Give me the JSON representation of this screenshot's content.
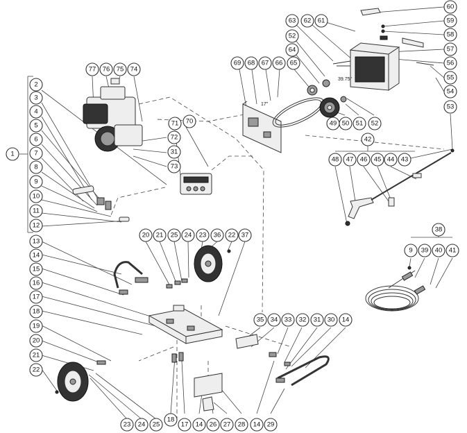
{
  "diagram": {
    "annotations": [
      "17\"",
      "39.75\""
    ],
    "callouts": [
      "60",
      "59",
      "58",
      "57",
      "56",
      "55",
      "54",
      "53",
      "63",
      "62",
      "61",
      "52",
      "64",
      "77",
      "76",
      "75",
      "74",
      "69",
      "68",
      "67",
      "66",
      "65",
      "2",
      "3",
      "4",
      "5",
      "6",
      "7",
      "8",
      "9",
      "10",
      "11",
      "12",
      "1",
      "71",
      "70",
      "72",
      "31",
      "73",
      "49",
      "50",
      "51",
      "52",
      "42",
      "48",
      "47",
      "46",
      "45",
      "44",
      "43",
      "20",
      "21",
      "25",
      "24",
      "23",
      "36",
      "22",
      "37",
      "13",
      "14",
      "15",
      "16",
      "17",
      "18",
      "19",
      "20",
      "21",
      "22",
      "38",
      "9",
      "39",
      "40",
      "41",
      "35",
      "34",
      "33",
      "32",
      "31",
      "30",
      "14",
      "23",
      "24",
      "25",
      "18",
      "17",
      "14",
      "26",
      "27",
      "28",
      "14",
      "29"
    ]
  }
}
